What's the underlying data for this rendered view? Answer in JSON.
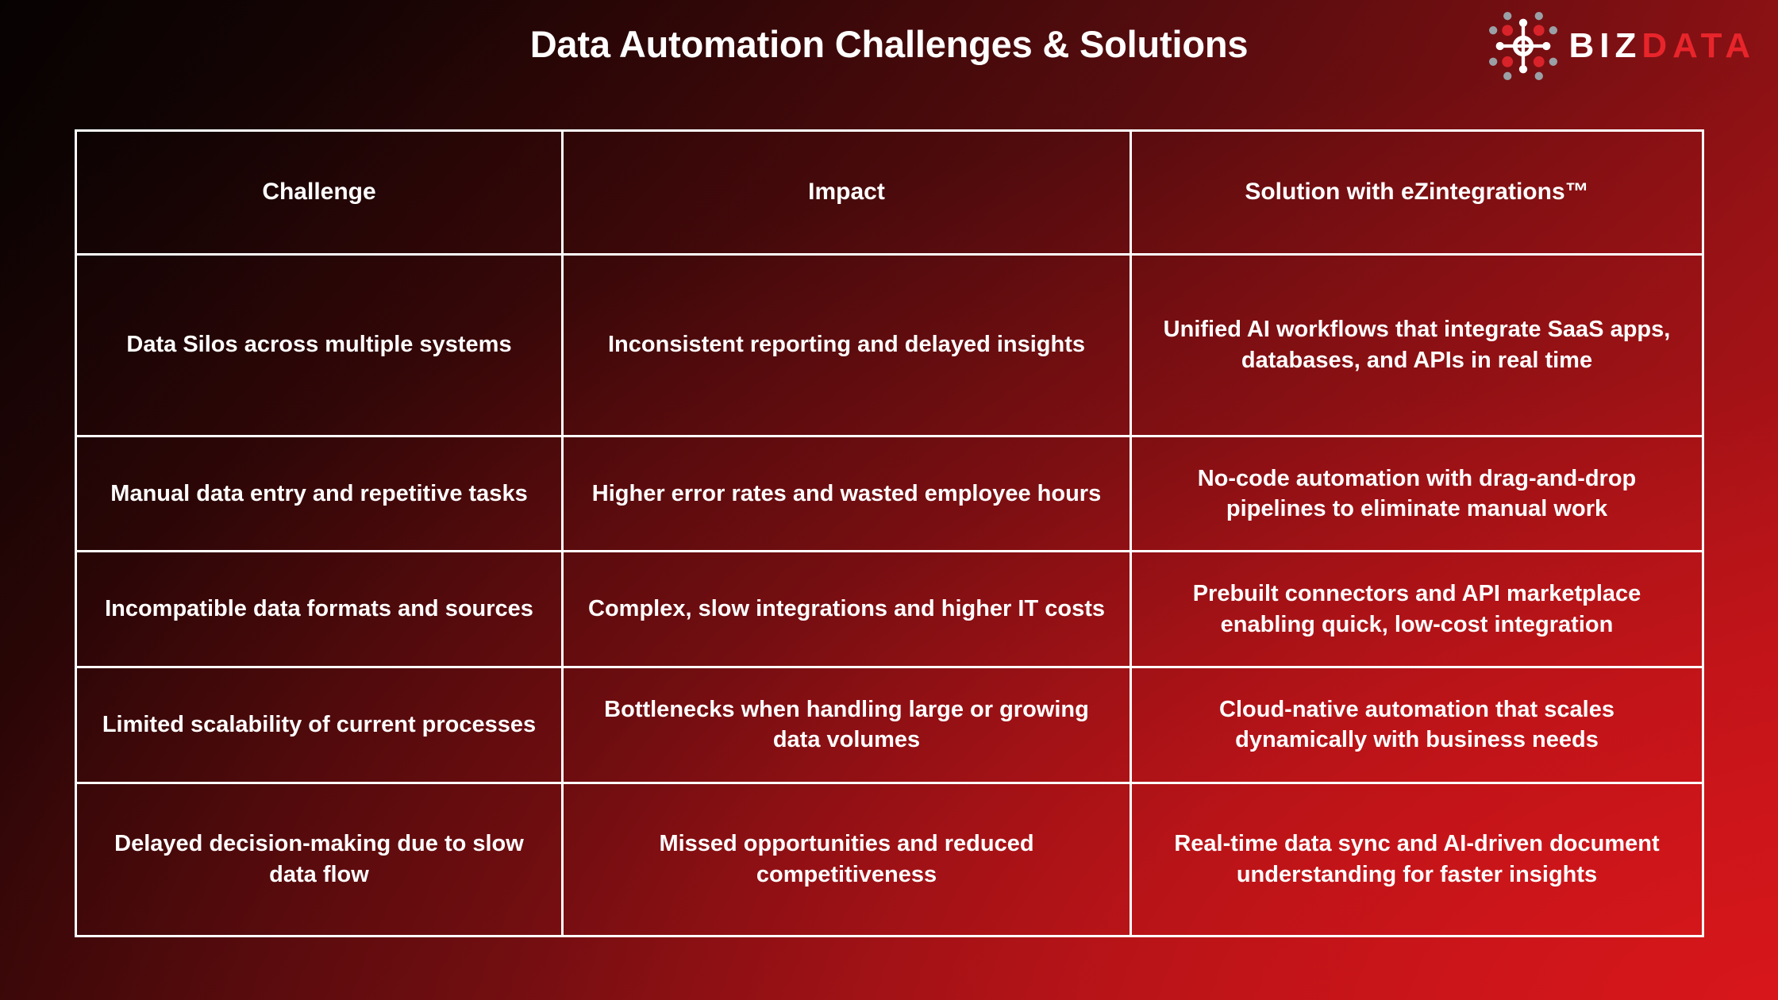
{
  "header": {
    "title": "Data Automation Challenges & Solutions",
    "logo": {
      "mark_icon": "network-hub-icon",
      "text_primary": "BIZ",
      "text_secondary": "DATA",
      "color_primary": "#ffffff",
      "color_secondary": "#e8252b",
      "node_red": "#d9232a",
      "node_gray": "#9aa0a6",
      "node_white": "#ffffff"
    }
  },
  "theme": {
    "background_start": "#070202",
    "background_end": "#d2171c",
    "accent_red": "#c4161b",
    "border_color": "#ffffff",
    "text_color": "#ffffff"
  },
  "table": {
    "columns": [
      "Challenge",
      "Impact",
      "Solution with eZintegrations™"
    ],
    "rows": [
      {
        "challenge": "Data Silos across multiple systems",
        "impact": "Inconsistent reporting and delayed insights",
        "solution": "Unified AI workflows that integrate SaaS apps, databases, and APIs in real time"
      },
      {
        "challenge": "Manual data entry and repetitive tasks",
        "impact": "Higher error rates and wasted employee hours",
        "solution": "No-code automation with drag-and-drop pipelines to eliminate manual work"
      },
      {
        "challenge": "Incompatible data formats and sources",
        "impact": "Complex, slow integrations and higher IT costs",
        "solution": "Prebuilt connectors and API marketplace enabling quick, low-cost integration"
      },
      {
        "challenge": "Limited scalability of current processes",
        "impact": "Bottlenecks when handling large or growing data volumes",
        "solution": "Cloud-native automation that scales dynamically with business needs"
      },
      {
        "challenge": "Delayed decision-making due to slow data flow",
        "impact": "Missed opportunities and reduced competitiveness",
        "solution": "Real-time data sync and AI-driven document understanding for faster insights"
      }
    ]
  }
}
